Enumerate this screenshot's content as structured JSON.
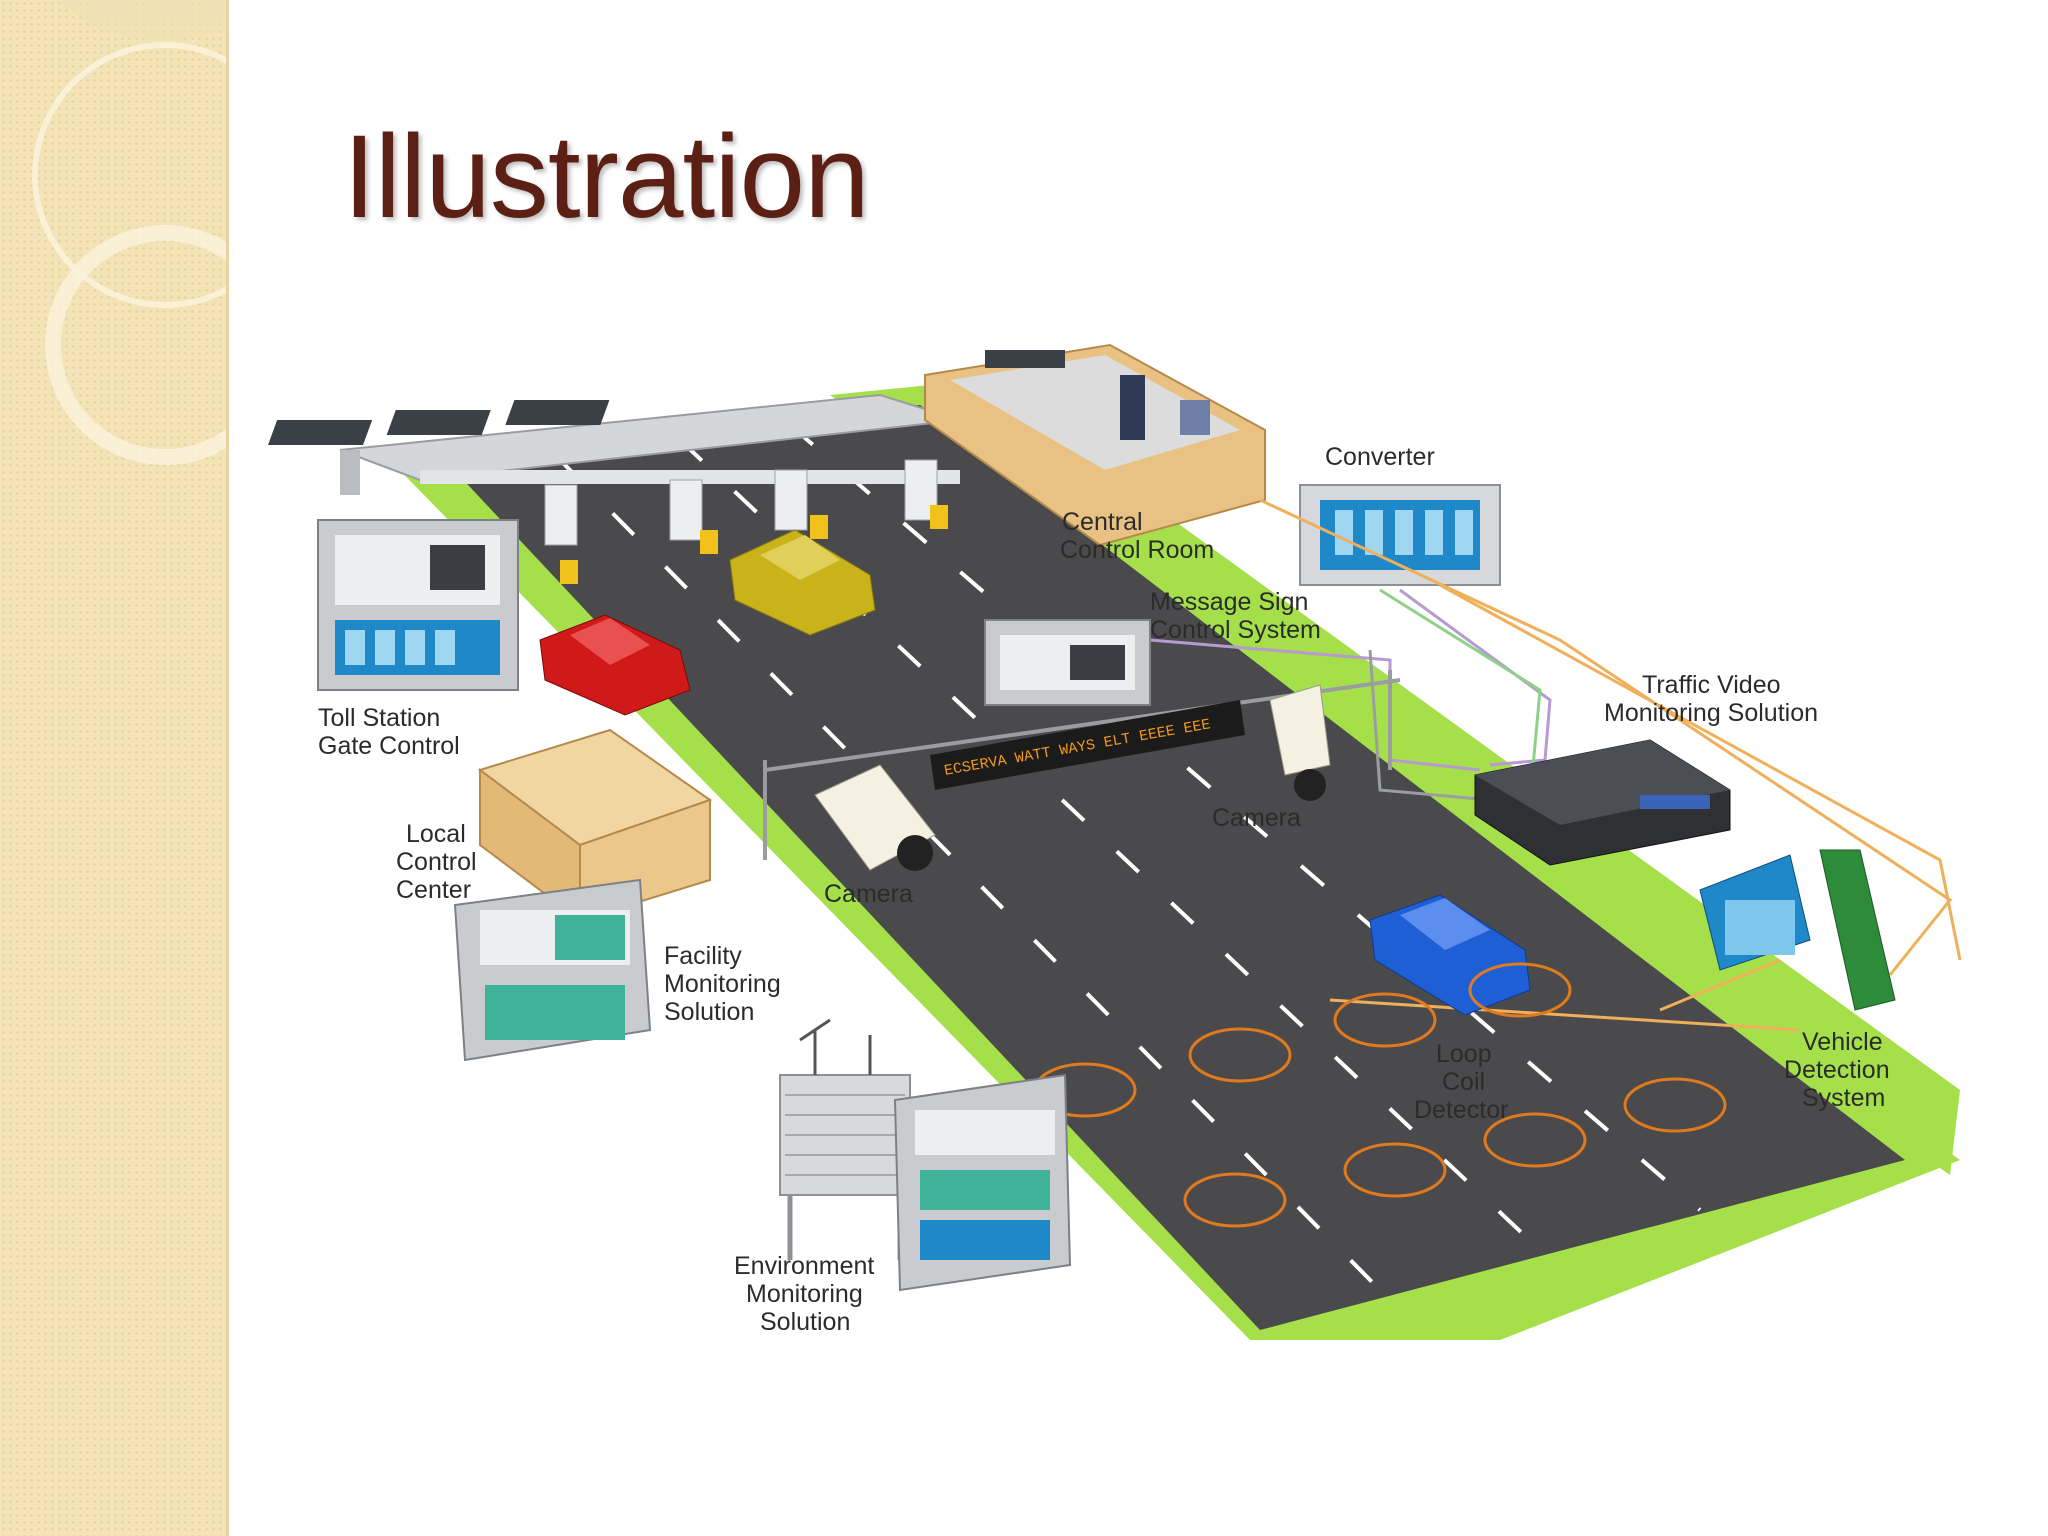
{
  "slide": {
    "title": "Illustration"
  },
  "diagram": {
    "labels": {
      "central_control_room": [
        "Central",
        "Control Room"
      ],
      "converter": "Converter",
      "message_sign_control_system": [
        "Message Sign",
        "Control System"
      ],
      "traffic_video_monitoring_solution": [
        "Traffic Video",
        "Monitoring Solution"
      ],
      "toll_station_gate_control": [
        "Toll Station",
        "Gate Control"
      ],
      "local_control_center": [
        "Local",
        "Control",
        "Center"
      ],
      "camera_left": "Camera",
      "camera_right": "Camera",
      "facility_monitoring_solution": [
        "Facility",
        "Monitoring",
        "Solution"
      ],
      "loop_coil_detector": [
        "Loop",
        "Coil",
        "Detector"
      ],
      "vehicle_detection_system": [
        "Vehicle",
        "Detection",
        "System"
      ],
      "environment_monitoring_solution": [
        "Environment",
        "Monitoring",
        "Solution"
      ]
    },
    "message_sign_text": "ECSERVA WATT WAYS ELT EEEE EEE",
    "colors": {
      "road": "#4a4a4c",
      "grass": "#a5e04a",
      "building": "#e8c183",
      "cable_orange": "#f0b05a",
      "cable_purple": "#b69ad0",
      "cable_green": "#8fd18a",
      "car_red": "#d01a1a",
      "car_yellow": "#c9b21a",
      "car_blue": "#1f5fd6",
      "title": "#5b1f14"
    }
  }
}
